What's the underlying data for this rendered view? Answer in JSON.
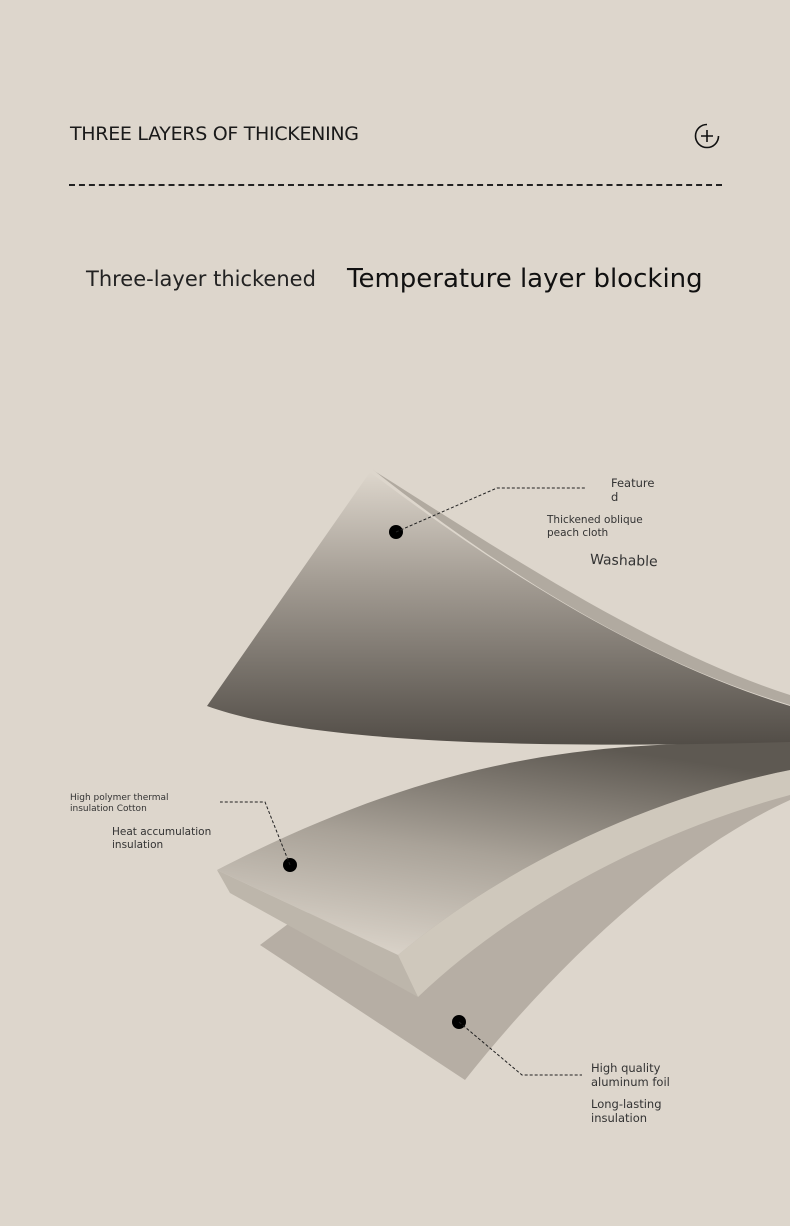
{
  "header": {
    "title": "THREE LAYERS OF THICKENING",
    "plus_icon": "plus-circle-icon"
  },
  "subtitle": {
    "left": "Three-layer thickened",
    "right": "Temperature layer blocking"
  },
  "layers": [
    {
      "name": "top",
      "labels": {
        "feature": "Feature d",
        "material": "Thickened oblique peach cloth",
        "property": "Washable"
      }
    },
    {
      "name": "middle",
      "labels": {
        "material": "High polymer thermal insulation Cotton",
        "property": "Heat accumulation insulation"
      }
    },
    {
      "name": "bottom",
      "labels": {
        "material": "High quality aluminum foil",
        "property": "Long-lasting insulation"
      }
    }
  ],
  "colors": {
    "background": "#ddd6cc",
    "dark_layer": "#555049",
    "light_layer": "#b7afa5"
  }
}
